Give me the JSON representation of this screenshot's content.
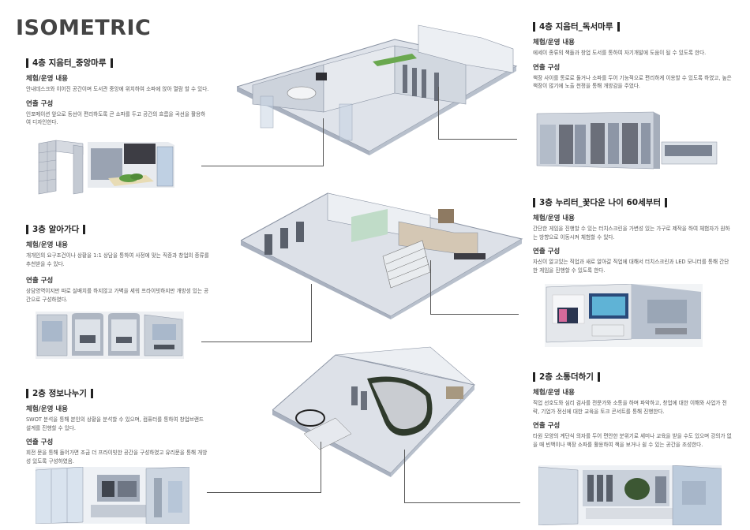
{
  "page_title": "ISOMETRIC",
  "sections": [
    {
      "title": "4층 지음터_중앙마루",
      "sub1": "체험/운영 내용",
      "text1": "안내데스크와 이어진 공간이며 도서관 중앙에 위치하여 소파에 앉아 열람 할 수 있다.",
      "sub2": "연출 구성",
      "text2": "인포메이션 앞으로 동선이 편리하도록 큰 소파를 두고 공간의 흐름을 곡선을 활용하여 디자인한다."
    },
    {
      "title": "3층 알아가다",
      "sub1": "체험/운영 내용",
      "text1": "개개인의 요구조건이나 상황을 1:1 상담을 통하여 사정에 맞는 직종과 창업의 종류를 추천받을 수 있다.",
      "sub2": "연출 구성",
      "text2": "상담영역이지만 따로 실배치를 하지않고 가벽을 세워 프라이빗하지만 개방성 있는 공간으로 구성하였다."
    },
    {
      "title": "2층 정보나누기",
      "sub1": "체험/운영 내용",
      "text1": "SWOT 분석을 통해 본인의 상황을 분석할 수 있으며, 컴퓨터를 통하여 창업브랜드 설계를 진행할 수 있다.",
      "sub2": "연출 구성",
      "text2": "회전 문을 통해 들어가면 조금 더 프라이빗한 공간을 구성하였고 유리문을 통해 개방성 있도록 구성하였음."
    },
    {
      "title": "4층 지음터_독서마루",
      "sub1": "체험/운영 내용",
      "text1": "에세이 종류의 책들과 창업 도서를 통하여 자기개발에 도움이 될 수 있도록 한다.",
      "sub2": "연출 구성",
      "text2": "책장 사이를 통로로 둘거나 소파를 두어 기능적으로 편리하게 이용할 수 있도록 하였고, 높은 책장이 많기에 노출 천정을 통해 개방감을 주었다."
    },
    {
      "title": "3층 누리터_꽃다운 나이 60세부터",
      "sub1": "체험/운영 내용",
      "text1": "간단한 게임을 진행할 수 있는 터치스크린을 가변성 있는 가구로 제작을 하여 체험자가 원하는 방향으로 이동시켜 체험할 수 있다.",
      "sub2": "연출 구성",
      "text2": "자신이 알고있는 직업과 새로 알아갈 직업에 대해서 터치스크린과 LED 모니터를 통해 간단한 게임을 진행할 수 있도록 한다."
    },
    {
      "title": "2층 소통더하기",
      "sub1": "체험/운영 내용",
      "text1": "직업 선호도와 심리 검사를 전문가와 소통을 하며 파악하고, 창업에 대한 이해와 사업가 전략, 기업가 정신에 대한 교육을 토크 콘서트를 통해 진행한다.",
      "sub2": "연출 구성",
      "text2": "타원 모양의 계단식 의자를 두어 편안한 분위기로 세미나 교육을 받을 수도 있으며 강의가 없을 때 빈백이나 책장 소파를 활용하여 책을 보거나 쉴 수 있는 공간을 조성한다."
    }
  ],
  "colors": {
    "wall": "#dfe3ea",
    "shadow": "#a9b1bf",
    "floor": "#cfd4dc",
    "glass": "#b8c9dc",
    "accent_green": "#6aa84f"
  }
}
